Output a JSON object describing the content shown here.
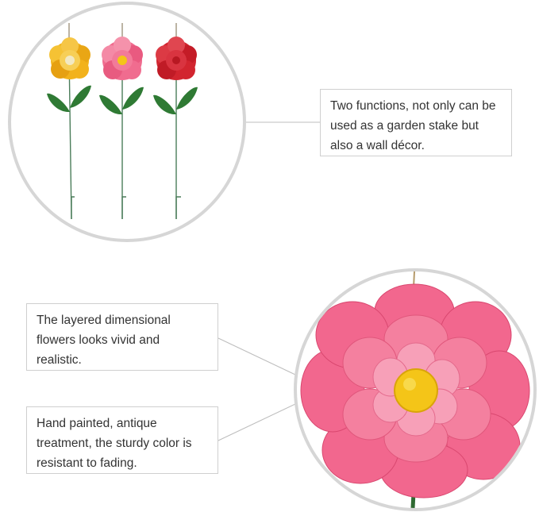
{
  "callouts": {
    "functions": "Two functions, not only can be used as a garden stake but also a wall décor.",
    "layered": "The layered dimensional flowers looks vivid and realistic.",
    "painted": "Hand painted, antique treatment, the sturdy color is resistant to fading."
  },
  "colors": {
    "yellow_flower": "#f2b21c",
    "pink_flower": "#f06c8f",
    "red_flower": "#d2252f",
    "leaf": "#2f7a34",
    "center_yellow": "#f4c518",
    "circle_border": "#d6d6d6",
    "box_border": "#cfcfcf"
  }
}
